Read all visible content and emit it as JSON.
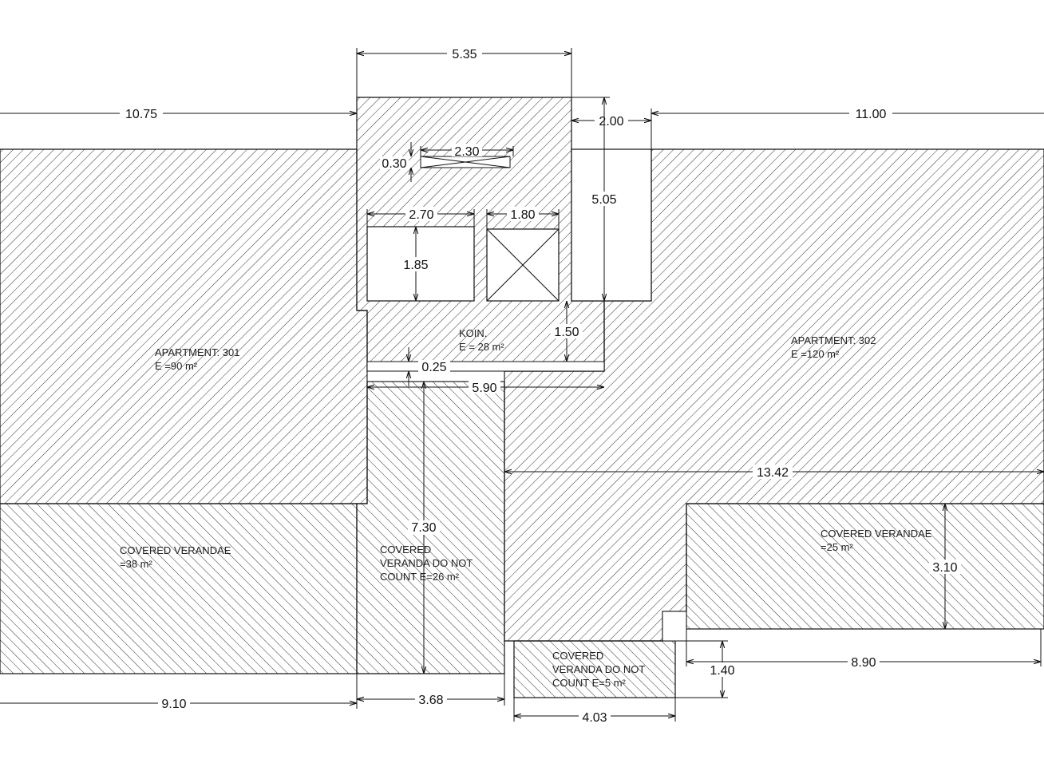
{
  "rooms": {
    "apt301": {
      "name": "APARTMENT: 301",
      "area": "E =90 m²"
    },
    "apt302": {
      "name": "APARTMENT: 302",
      "area": "E =120 m²"
    },
    "koin": {
      "name": "KOIN.",
      "area": "E = 28 m²"
    },
    "veranda_left": {
      "line1": "COVERED VERANDAE",
      "line2": "=38 m²"
    },
    "veranda_mid": {
      "line1": "COVERED",
      "line2": "VERANDA DO NOT",
      "line3": "COUNT E=26 m²"
    },
    "veranda_small": {
      "line1": "COVERED",
      "line2": "VERANDA DO NOT",
      "line3": "COUNT E=5 m²"
    },
    "veranda_right": {
      "line1": "COVERED VERANDAE",
      "line2": "=25 m²"
    }
  },
  "dims": {
    "d535": "5.35",
    "d1075": "10.75",
    "d1100": "11.00",
    "d200": "2.00",
    "d505": "5.05",
    "d230": "2.30",
    "d030": "0.30",
    "d270": "2.70",
    "d180": "1.80",
    "d185": "1.85",
    "d150": "1.50",
    "d025": "0.25",
    "d590": "5.90",
    "d1342": "13.42",
    "d730": "7.30",
    "d310": "3.10",
    "d140": "1.40",
    "d890": "8.90",
    "d910": "9.10",
    "d368": "3.68",
    "d403": "4.03"
  }
}
